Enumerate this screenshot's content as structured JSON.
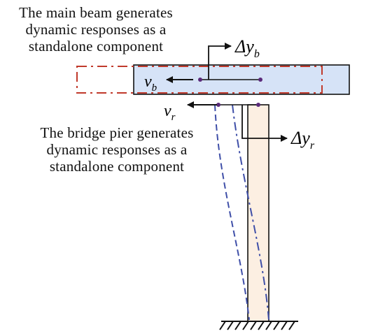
{
  "captions": {
    "beam": "The main beam generates dynamic responses as a standalone component",
    "pier": "The bridge pier generates dynamic responses as a standalone component"
  },
  "symbols": {
    "beam_displacement": "Δy",
    "beam_displacement_sub": "b",
    "beam_velocity": "v",
    "beam_velocity_sub": "b",
    "pier_displacement": "Δy",
    "pier_displacement_sub": "r",
    "pier_velocity": "v",
    "pier_velocity_sub": "r"
  },
  "colors": {
    "beam_fill": "#d6e3f7",
    "pier_fill": "#fcefe2",
    "beam_dashed_outline": "#c0392b",
    "pier_deflection_curves": "#3f4fa8",
    "centroid_points": "#5a2a7a",
    "structure_outline": "#111111"
  }
}
